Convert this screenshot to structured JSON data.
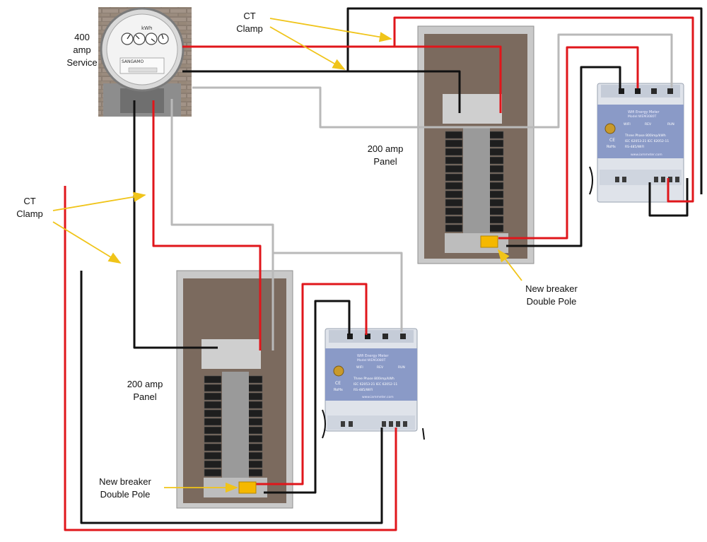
{
  "labels": {
    "service": [
      "400",
      "amp",
      "Service"
    ],
    "ct_clamp_top": [
      "CT",
      "Clamp"
    ],
    "ct_clamp_left": [
      "CT",
      "Clamp"
    ],
    "panel_upper": [
      "200 amp",
      "Panel"
    ],
    "panel_lower": [
      "200 amp",
      "Panel"
    ],
    "breaker_upper": [
      "New breaker",
      "Double Pole"
    ],
    "breaker_lower": [
      "New breaker",
      "Double Pole"
    ]
  },
  "energy_meter": {
    "title": "Wifi Energy Meter",
    "model": "Model:WEM3080T",
    "leds": [
      "WIFI",
      "REV",
      "RUN"
    ],
    "spec_lines": [
      "Three Phase   800imp/kWh",
      "IEC 62053-21   IEC 62052-11",
      "RS-485/WIFI"
    ],
    "website": "www.iammeter.com",
    "marks": [
      "CE",
      "RoHs"
    ]
  },
  "utility_meter": {
    "brand": "SANGAMO",
    "unit": "kWh"
  },
  "colors": {
    "hot_wire": "#e0161b",
    "neutral_wire": "#111111",
    "ground_wire": "#b9b9b9",
    "arrow": "#f0c419",
    "breaker_handle": "#f5b800",
    "meter_body": "#dfe3ea",
    "meter_label": "#8a9ac7"
  }
}
